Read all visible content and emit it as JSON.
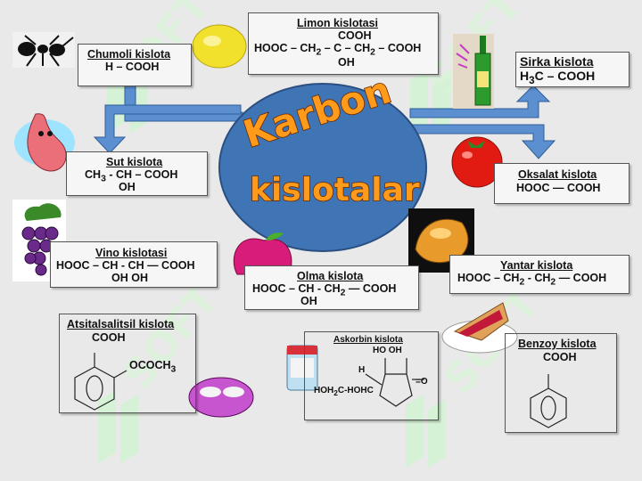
{
  "title": {
    "line1": "Karbon",
    "line2": "kislotalar"
  },
  "watermark": "SOFT",
  "colors": {
    "ellipse": "#3f74b5",
    "arrow": "#5b8fd0",
    "title": "#ff9a1a",
    "watermark": "#cff5cf"
  },
  "acids": {
    "limon": {
      "name": "Limon   kislotasi",
      "l1": "COOH",
      "l2": "HOOC – CH",
      "l2b": "2",
      "l2c": " – C – CH",
      "l2d": "2",
      "l2e": " – COOH",
      "l3": "OH"
    },
    "chumoli": {
      "name": "Chumoli  kislota",
      "l1": "H – COOH"
    },
    "sirka": {
      "name": "Sirka kislota",
      "l1": "H",
      "l1b": "3",
      "l1c": "C – COOH"
    },
    "sut": {
      "name": "Sut  kislota",
      "l1": "CH",
      "l1b": "3",
      "l1c": "  - CH – COOH",
      "l2": "OH"
    },
    "oksalat": {
      "name": "Oksalat  kislota",
      "l1": "HOOC — COOH"
    },
    "vino": {
      "name": "Vino kislotasi",
      "l1": "HOOC – CH  - CH — COOH",
      "l2": "OH     OH"
    },
    "olma": {
      "name": "Olma  kislota",
      "l1": "HOOC – CH  - CH",
      "l1b": "2",
      "l1c": " — COOH",
      "l2": "OH"
    },
    "yantar": {
      "name": "Yantar  kislota",
      "l1": "HOOC – CH",
      "l1b": "2",
      "l1c": "  - CH",
      "l1d": "2",
      "l1e": " — COOH"
    },
    "atsitil": {
      "name": "Atsitalsalitsil   kislota",
      "l1": "COOH",
      "l2": "OCOCH",
      "l2b": "3"
    },
    "askorbin": {
      "name": "Askorbin  kislota",
      "l1": "HO    OH",
      "l2": "H",
      "l3": "HOH",
      "l3b": "2",
      "l3c": "C-HOHC",
      "l4": "=O"
    },
    "benzoy": {
      "name": "Benzoy  kislota",
      "l1": "COOH"
    }
  }
}
